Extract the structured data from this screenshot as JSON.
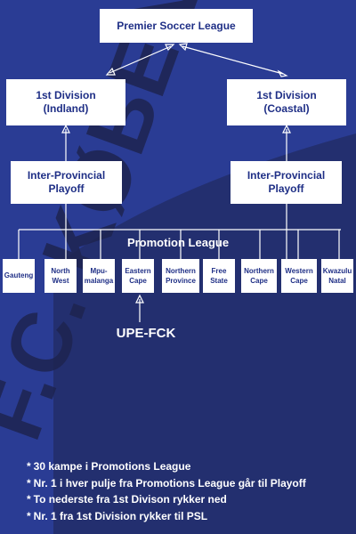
{
  "diagram": {
    "top": "Premier Soccer League",
    "divisions": [
      [
        "1st Division",
        "(Indland)"
      ],
      [
        "1st Division",
        "(Coastal)"
      ]
    ],
    "playoffs": [
      [
        "Inter-Provincial",
        "Playoff"
      ],
      [
        "Inter-Provincial",
        "Playoff"
      ]
    ],
    "promotion_title": "Promotion League",
    "provinces": [
      [
        "Gauteng"
      ],
      [
        "North",
        "West"
      ],
      [
        "Mpu-",
        "malanga"
      ],
      [
        "Eastern",
        "Cape"
      ],
      [
        "Northern",
        "Province"
      ],
      [
        "Free",
        "State"
      ],
      [
        "Northern",
        "Cape"
      ],
      [
        "Western",
        "Cape"
      ],
      [
        "Kwazulu",
        "Natal"
      ]
    ],
    "team_label": "UPE-FCK"
  },
  "notes": [
    "30 kampe i Promotions League",
    "Nr. 1 i hver pulje fra Promotions League går til Playoff",
    "To nederste fra 1st Divison rykker ned",
    "Nr. 1 fra 1st Division rykker til PSL"
  ],
  "watermark": "F.C. KØBENHAVN",
  "colors": {
    "background": "#2a3c94",
    "box": "#ffffff",
    "box_text": "#1f2f86",
    "watermark": "#1e2450"
  }
}
